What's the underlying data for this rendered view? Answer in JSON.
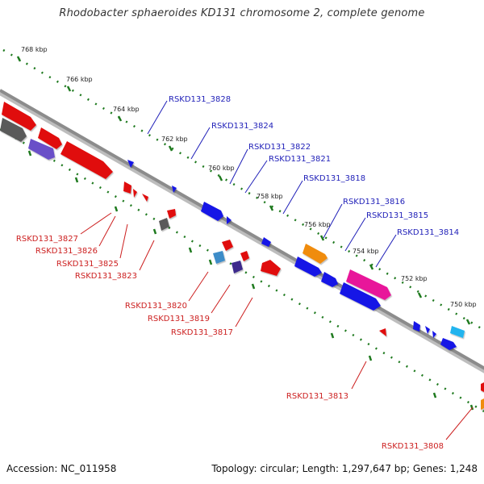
{
  "title": "Rhodobacter sphaeroides KD131 chromosome 2, complete genome",
  "footer": {
    "accession": "Accession: NC_011958",
    "summary": "Topology: circular; Length: 1,297,647 bp; Genes: 1,248"
  },
  "colors": {
    "backbone": "#8c8c8c",
    "tick": "#1f7a1f",
    "label_top": "#1f1fb8",
    "label_bottom": "#cc1f1f"
  },
  "scale_ticks": [
    "768 kbp",
    "766 kbp",
    "764 kbp",
    "762 kbp",
    "760 kbp",
    "758 kbp",
    "756 kbp",
    "754 kbp",
    "752 kbp",
    "750 kbp"
  ],
  "genes_top": [
    {
      "label": "RSKD131_3828",
      "color": "#1f1fb8"
    },
    {
      "label": "RSKD131_3824",
      "color": "#1f1fb8"
    },
    {
      "label": "RSKD131_3822",
      "color": "#1f1fb8"
    },
    {
      "label": "RSKD131_3821",
      "color": "#1f1fb8"
    },
    {
      "label": "RSKD131_3818",
      "color": "#1f1fb8"
    },
    {
      "label": "RSKD131_3816",
      "color": "#1f1fb8"
    },
    {
      "label": "RSKD131_3815",
      "color": "#1f1fb8"
    },
    {
      "label": "RSKD131_3814",
      "color": "#1f1fb8"
    }
  ],
  "genes_bottom": [
    {
      "label": "RSKD131_3827",
      "color": "#cc1f1f"
    },
    {
      "label": "RSKD131_3826",
      "color": "#cc1f1f"
    },
    {
      "label": "RSKD131_3825",
      "color": "#cc1f1f"
    },
    {
      "label": "RSKD131_3823",
      "color": "#cc1f1f"
    },
    {
      "label": "RSKD131_3820",
      "color": "#cc1f1f"
    },
    {
      "label": "RSKD131_3819",
      "color": "#cc1f1f"
    },
    {
      "label": "RSKD131_3817",
      "color": "#cc1f1f"
    },
    {
      "label": "RSKD131_3813",
      "color": "#cc1f1f"
    },
    {
      "label": "RSKD131_3808",
      "color": "#cc1f1f"
    }
  ],
  "feature_colors": {
    "red": "#e01010",
    "blue": "#1414e6",
    "gray": "#5a5a5a",
    "purple": "#6a50c8",
    "orange": "#f08c10",
    "magenta": "#e8189a",
    "cyan": "#20b4ee",
    "steel": "#3c8cc8",
    "navy": "#3c2c8c"
  }
}
